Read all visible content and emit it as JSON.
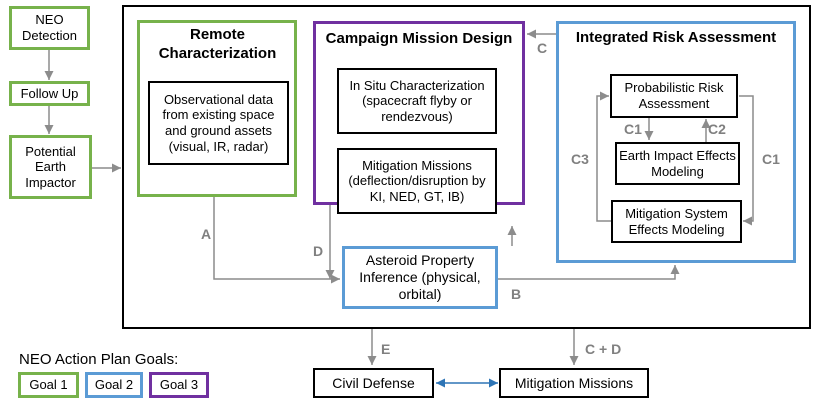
{
  "left_chain": {
    "neo_detection": "NEO Detection",
    "follow_up": "Follow Up",
    "potential_impactor": "Potential Earth Impactor"
  },
  "remote_characterization": {
    "title": "Remote Characterization",
    "observational_data": "Observational data from existing space and ground assets (visual, IR, radar)"
  },
  "campaign_mission_design": {
    "title": "Campaign Mission Design",
    "in_situ": "In Situ Characterization (spacecraft flyby or rendezvous)",
    "mitigation_missions": "Mitigation Missions (deflection/disruption by KI, NED, GT, IB)"
  },
  "integrated_risk_assessment": {
    "title": "Integrated Risk Assessment",
    "probabilistic": "Probabilistic Risk Assessment",
    "earth_impact": "Earth Impact Effects Modeling",
    "mitigation_system": "Mitigation System Effects Modeling"
  },
  "asteroid_property": "Asteroid Property Inference (physical, orbital)",
  "outputs": {
    "civil_defense": "Civil Defense",
    "mitigation_missions": "Mitigation Missions"
  },
  "arrow_labels": {
    "a": "A",
    "b": "B",
    "c_top": "C",
    "c1_inner": "C1",
    "c2": "C2",
    "c3": "C3",
    "c1_right": "C1",
    "d": "D",
    "e": "E",
    "c_plus_d": "C + D"
  },
  "legend": {
    "title": "NEO Action Plan Goals:",
    "goal1": "Goal 1",
    "goal2": "Goal 2",
    "goal3": "Goal 3"
  },
  "colors": {
    "goal1_green": "#77b24b",
    "goal2_blue": "#5b9bd5",
    "goal3_purple": "#7030a0",
    "arrow_gray": "#8c8c8c",
    "label_gray": "#808080",
    "civil_link_blue": "#2e75b6"
  }
}
